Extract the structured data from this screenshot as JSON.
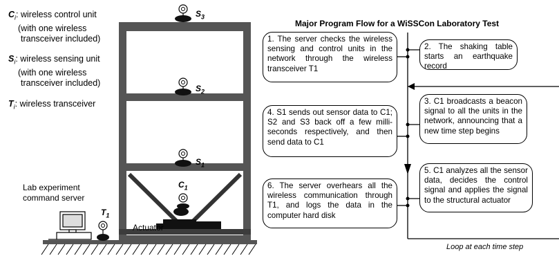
{
  "legend": {
    "ci_symbol": "C",
    "ci_sub": "i",
    "ci_text": ": wireless control unit",
    "ci_note1": "(with one wireless",
    "ci_note2": "transceiver included)",
    "si_symbol": "S",
    "si_sub": "i",
    "si_text": ": wireless sensing unit",
    "si_note1": "(with one wireless",
    "si_note2": "transceiver included)",
    "ti_symbol": "T",
    "ti_sub": "i",
    "ti_text": ": wireless transceiver"
  },
  "left_labels": {
    "server_line1": "Lab experiment",
    "server_line2": "command server",
    "t1": "T",
    "t1_sub": "1",
    "actuator": "Actuator",
    "c1": "C",
    "c1_sub": "1",
    "s1": "S",
    "s1_sub": "1",
    "s2": "S",
    "s2_sub": "2",
    "s3": "S",
    "s3_sub": "3"
  },
  "flow": {
    "title": "Major Program Flow for a WiSSCon Laboratory Test",
    "loop_label": "Loop at each time step",
    "steps": [
      {
        "id": "step1",
        "text": "1. The server checks the wireless sensing and control units in the network through the wireless transceiver T1"
      },
      {
        "id": "step2",
        "text": "2. The shaking table starts an earthquake record"
      },
      {
        "id": "step3",
        "text": "3. C1 broadcasts a beacon signal to all the units in the network, announcing that a new time step begins"
      },
      {
        "id": "step4",
        "text": "4. S1 sends out sensor data to C1; S2 and S3 back off a few milli-seconds respectively, and then send data to C1"
      },
      {
        "id": "step5",
        "text": "5. C1 analyzes all the sensor data, decides the control signal and applies the signal to the structural actuator"
      },
      {
        "id": "step6",
        "text": "6. The server overhears all the wireless communication through T1, and logs the data in the computer hard disk"
      }
    ]
  },
  "colors": {
    "frame": "#555555",
    "frame_dark": "#3c3c3c",
    "ink": "#000000"
  }
}
